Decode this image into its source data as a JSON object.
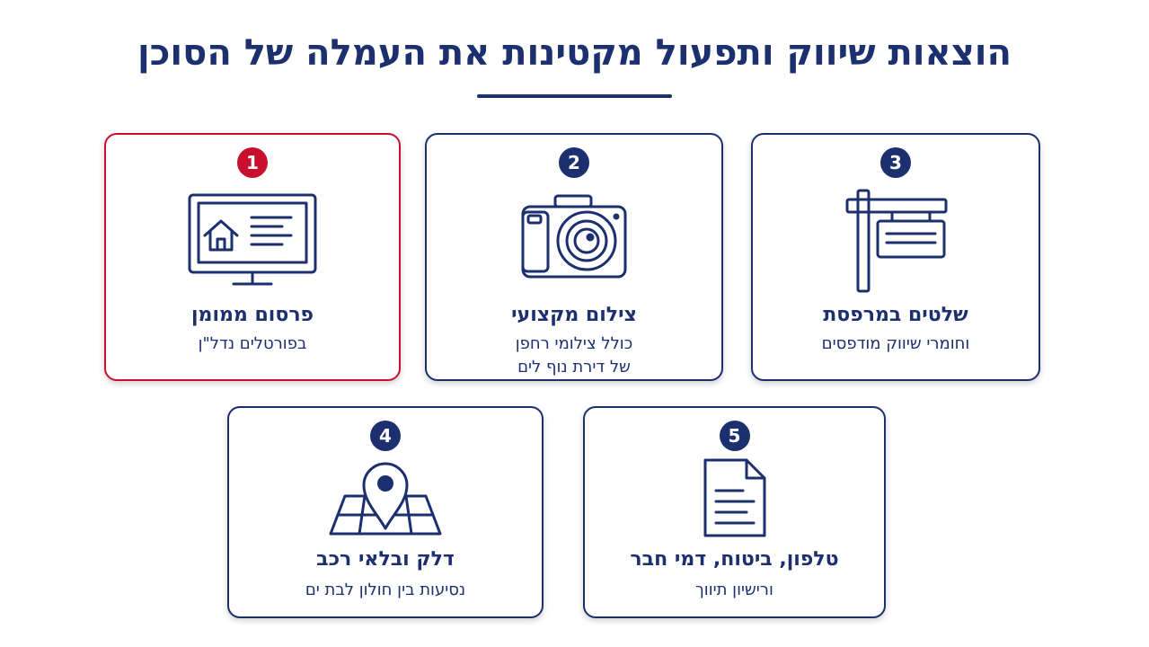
{
  "title": "הוצאות שיווק ותפעול מקטינות את העמלה של הסוכן",
  "colors": {
    "navy": "#1c2f6e",
    "accent_red": "#c8102e"
  },
  "cards": [
    {
      "number": "1",
      "title": "פרסום ממומן",
      "subtitle": "בפורטלים נדל\"ן",
      "icon": "computer-house-icon"
    },
    {
      "number": "2",
      "title": "צילום מקצועי",
      "subtitle_line1": "כולל צילומי רחפן",
      "subtitle_line2": "של דירת נוף לים",
      "icon": "camera-icon"
    },
    {
      "number": "3",
      "title": "שלטים במרפסת",
      "subtitle": "וחומרי שיווק מודפסים",
      "icon": "hanging-sign-icon"
    },
    {
      "number": "4",
      "title": "דלק ובלאי רכב",
      "subtitle": "נסיעות בין חולון לבת ים",
      "icon": "map-pin-icon"
    },
    {
      "number": "5",
      "title": "טלפון, ביטוח, דמי חבר",
      "subtitle": "ורישיון תיווך",
      "icon": "document-icon"
    }
  ]
}
